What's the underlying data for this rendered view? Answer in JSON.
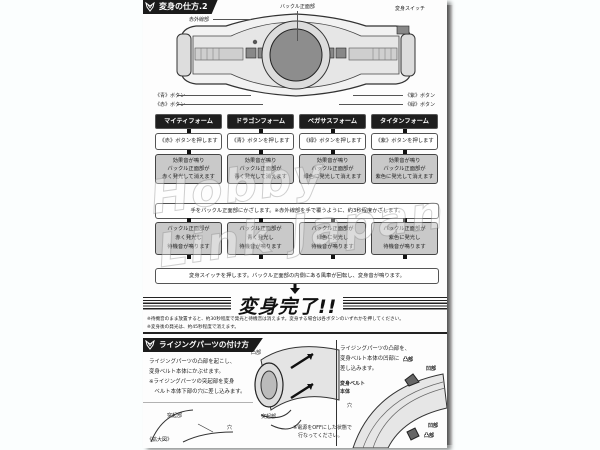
{
  "section1": {
    "title": "変身の仕方.2",
    "labels": {
      "buckle_front": "バックル正面部",
      "infrared": "赤外線部",
      "henshin_switch": "変身スイッチ",
      "blue_button": "《青》ボタン",
      "red_button": "《赤》ボタン",
      "purple_button": "《紫》ボタン",
      "green_button": "《緑》ボタン"
    }
  },
  "forms": [
    {
      "name": "マイティフォーム",
      "press": "《赤》ボタンを押します",
      "effect": [
        "効果音が鳴り",
        "バックル正面部が",
        "赤く発光して消えます"
      ],
      "glow": [
        "バックル正面部が",
        "赤く発光し",
        "待機音が鳴ります"
      ]
    },
    {
      "name": "ドラゴンフォーム",
      "press": "《青》ボタンを押します",
      "effect": [
        "効果音が鳴り",
        "バックル正面部が",
        "青く発光して消えます"
      ],
      "glow": [
        "バックル正面部が",
        "青く発光し",
        "待機音が鳴ります"
      ]
    },
    {
      "name": "ペガサスフォーム",
      "press": "《緑》ボタンを押します",
      "effect": [
        "効果音が鳴り",
        "バックル正面部が",
        "緑色に発光して消えます"
      ],
      "glow": [
        "バックル正面部が",
        "緑色に発光し",
        "待機音が鳴ります"
      ]
    },
    {
      "name": "タイタンフォーム",
      "press": "《紫》ボタンを押します",
      "effect": [
        "効果音が鳴り",
        "バックル正面部が",
        "紫色に発光して消えます"
      ],
      "glow": [
        "バックル正面部が",
        "紫色に発光し",
        "待機音が鳴ります"
      ]
    }
  ],
  "steps": {
    "hand_over": "手をバックル正面部にかざします。※赤外線部を手で覆うように、約3秒程度かざします。",
    "press_switch": "変身スイッチを押します。バックル正面部の内側にある風車が回転し、変身音が鳴ります。"
  },
  "complete": {
    "title": "変身完了!!",
    "notes": [
      "※待機音のまま放置すると、約30秒程度で発光と待機音は消えます。変身する場合は各ボタンのいずれかを押してください。",
      "※変身後の発光は、約45秒程度で消えます。"
    ]
  },
  "section2": {
    "title": "ライジングパーツの付け方",
    "instructions": [
      "ライジングパーツの凸部を起こし、",
      "変身ベルト本体にかぶせます。",
      "※ライジングパーツの突起部を変身",
      "　ベルト本体下部の穴に差し込みます。"
    ],
    "labels": {
      "protrusion_left": "突起部",
      "hole": "穴",
      "enlarged": "《拡大図》",
      "protrusion_mid": "突起部",
      "convex_top": "凸部",
      "power_note": [
        "※電源をOFFにした状態で",
        "　行なってください。"
      ],
      "right_text": [
        "ライジングパーツの凸部を、",
        "変身ベルト本体の凹部に",
        "差し込みます。"
      ],
      "convex": "凸部",
      "concave": "凹部",
      "belt_body": [
        "変身ベルト",
        "本体"
      ],
      "concave_bottom": "凹部",
      "convex_bottom": "凸部"
    }
  },
  "watermark": "Hobby Link Japan",
  "colors": {
    "header_bg": "#1b1b1b",
    "box_gray": "#c9c9c9",
    "page_bg": "#fdfdfd",
    "background": "#fbfefe"
  }
}
